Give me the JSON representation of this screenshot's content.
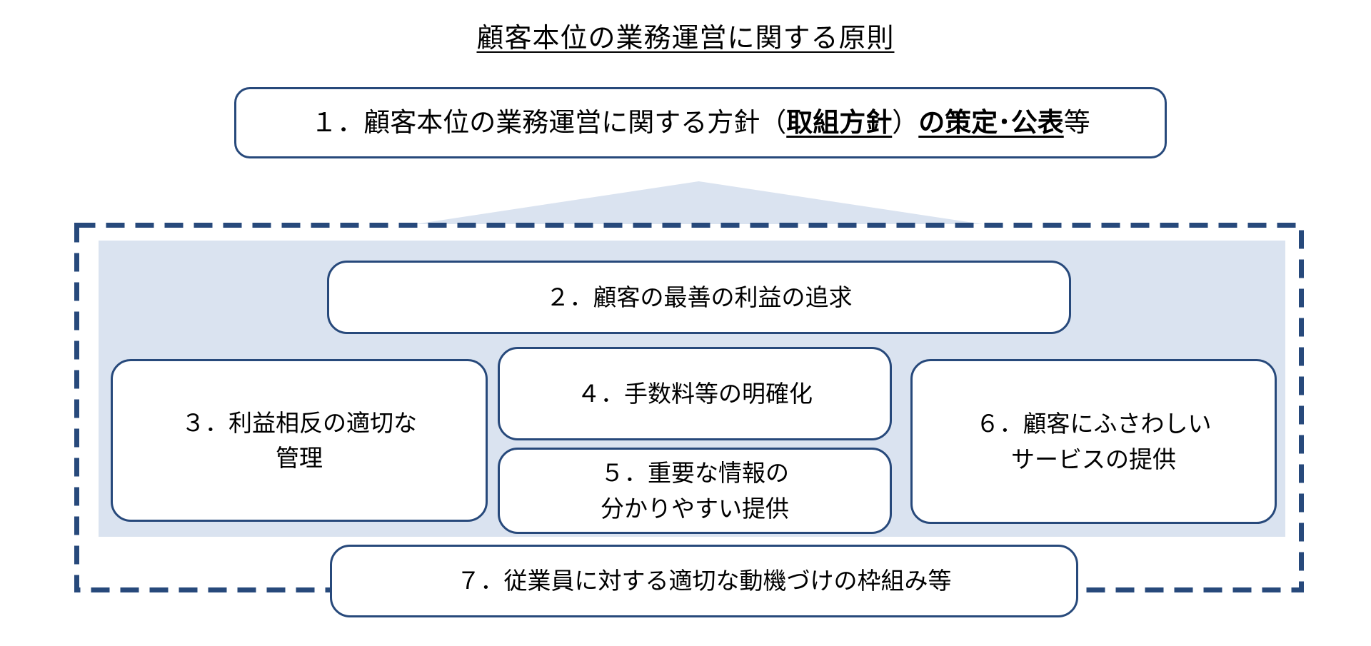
{
  "colors": {
    "border_navy": "#27497b",
    "fill_light_blue": "#dae3f0",
    "box_bg": "#ffffff",
    "text": "#000000",
    "page_bg": "#ffffff"
  },
  "title": {
    "text": "顧客本位の業務運営に関する原則"
  },
  "principle1": {
    "segments": [
      {
        "text": "１．顧客本位の業務運営に関する方針（",
        "bold": false,
        "underline": false
      },
      {
        "text": "取組方針",
        "bold": true,
        "underline": true
      },
      {
        "text": "）",
        "bold": false,
        "underline": false
      },
      {
        "text": "の策定･公表",
        "bold": true,
        "underline": true
      },
      {
        "text": "等",
        "bold": false,
        "underline": false
      }
    ]
  },
  "principles": {
    "p2": {
      "lines": [
        "２．顧客の最善の利益の追求"
      ]
    },
    "p3": {
      "lines": [
        "３．利益相反の適切な",
        "管理"
      ]
    },
    "p4": {
      "lines": [
        "４．手数料等の明確化"
      ]
    },
    "p5": {
      "lines": [
        "５．重要な情報の",
        "分かりやすい提供"
      ]
    },
    "p6": {
      "lines": [
        "６．顧客にふさわしい",
        "サービスの提供"
      ]
    },
    "p7": {
      "lines": [
        "７．従業員に対する適切な動機づけの枠組み等"
      ]
    }
  }
}
